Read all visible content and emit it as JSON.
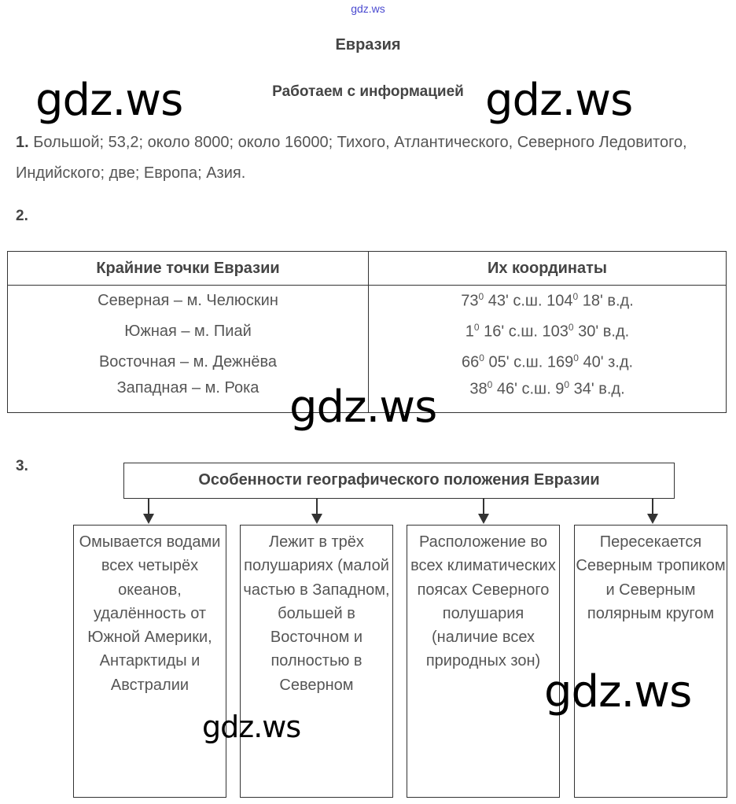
{
  "site_label": "gdz.ws",
  "title": "Евразия",
  "subtitle": "Работаем с информацией",
  "task1": {
    "number": "1.",
    "text": "Большой; 53,2; около 8000; около 16000; Тихого, Атлантического, Северного Ледовитого, Индийского; две; Европа; Азия."
  },
  "task2": {
    "number": "2.",
    "headers": [
      "Крайние точки Евразии",
      "Их координаты"
    ],
    "rows": [
      {
        "point": "Северная – м. Челюскин",
        "lat_deg": "73",
        "lat_min": "43'",
        "lat_hem": "с.ш.",
        "lon_deg": "104",
        "lon_min": "18'",
        "lon_hem": "в.д."
      },
      {
        "point": "Южная – м. Пиай",
        "lat_deg": "1",
        "lat_min": "16'",
        "lat_hem": "с.ш.",
        "lon_deg": "103",
        "lon_min": "30'",
        "lon_hem": "в.д."
      },
      {
        "point": "Восточная – м. Дежнёва",
        "lat_deg": "66",
        "lat_min": "05'",
        "lat_hem": "с.ш.",
        "lon_deg": "169",
        "lon_min": "40'",
        "lon_hem": "з.д."
      },
      {
        "point": "Западная – м. Рока",
        "lat_deg": "38",
        "lat_min": "46'",
        "lat_hem": "с.ш.",
        "lon_deg": "9",
        "lon_min": "34'",
        "lon_hem": "в.д."
      }
    ],
    "degree_mark": "0"
  },
  "task3": {
    "number": "3.",
    "heading": "Особенности географического положения Евразии",
    "boxes": [
      "Омывается водами всех четырёх океанов, удалённость от Южной Америки, Антарктиды и Австралии",
      "Лежит в трёх полушариях (малой частью в Западном, большей в Восточном и полностью в Северном",
      "Расположение во всех климатических поясах Северного полушария (наличие всех природных зон)",
      "Пересекается Северным тропиком и Северным полярным кругом"
    ]
  },
  "watermark": "gdz.ws"
}
